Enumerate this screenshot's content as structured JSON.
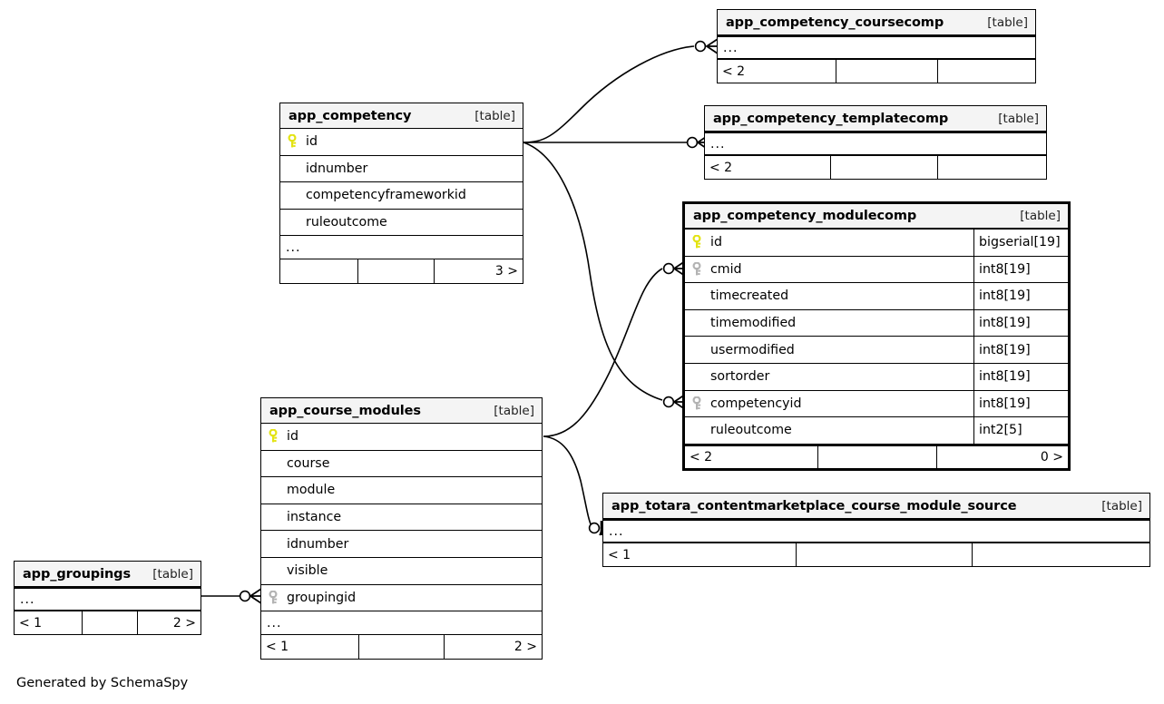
{
  "diagram": {
    "title": "SchemaSpy entity relationship diagram",
    "credit": "Generated by SchemaSpy",
    "table_tag": "[table]",
    "ellipsis": "...",
    "colors": {
      "background": "#ffffff",
      "header_fill": "#f4f4f4",
      "border": "#000000",
      "primary_key": "#e8e82a",
      "foreign_key": "#b0b0b0"
    }
  },
  "tables": [
    {
      "id": "app_competency_coursecomp",
      "name": "app_competency_coursecomp",
      "tag": "[table]",
      "focus": false,
      "ellipsis": "...",
      "columns": [],
      "footer": {
        "left": "< 2",
        "middle": "",
        "right": ""
      }
    },
    {
      "id": "app_competency_templatecomp",
      "name": "app_competency_templatecomp",
      "tag": "[table]",
      "focus": false,
      "ellipsis": "...",
      "columns": [],
      "footer": {
        "left": "< 2",
        "middle": "",
        "right": ""
      }
    },
    {
      "id": "app_competency",
      "name": "app_competency",
      "tag": "[table]",
      "focus": false,
      "ellipsis": "...",
      "columns": [
        {
          "name": "id",
          "key": "primary",
          "type": ""
        },
        {
          "name": "idnumber",
          "key": "none",
          "type": ""
        },
        {
          "name": "competencyframeworkid",
          "key": "none",
          "type": ""
        },
        {
          "name": "ruleoutcome",
          "key": "none",
          "type": ""
        }
      ],
      "footer": {
        "left": "",
        "middle": "",
        "right": "3 >"
      }
    },
    {
      "id": "app_competency_modulecomp",
      "name": "app_competency_modulecomp",
      "tag": "[table]",
      "focus": true,
      "ellipsis": null,
      "columns": [
        {
          "name": "id",
          "key": "primary",
          "type": "bigserial[19]"
        },
        {
          "name": "cmid",
          "key": "foreign",
          "type": "int8[19]"
        },
        {
          "name": "timecreated",
          "key": "none",
          "type": "int8[19]"
        },
        {
          "name": "timemodified",
          "key": "none",
          "type": "int8[19]"
        },
        {
          "name": "usermodified",
          "key": "none",
          "type": "int8[19]"
        },
        {
          "name": "sortorder",
          "key": "none",
          "type": "int8[19]"
        },
        {
          "name": "competencyid",
          "key": "foreign",
          "type": "int8[19]"
        },
        {
          "name": "ruleoutcome",
          "key": "none",
          "type": "int2[5]"
        }
      ],
      "footer": {
        "left": "< 2",
        "middle": "",
        "right": "0 >"
      }
    },
    {
      "id": "app_course_modules",
      "name": "app_course_modules",
      "tag": "[table]",
      "focus": false,
      "ellipsis": "...",
      "columns": [
        {
          "name": "id",
          "key": "primary",
          "type": ""
        },
        {
          "name": "course",
          "key": "none",
          "type": ""
        },
        {
          "name": "module",
          "key": "none",
          "type": ""
        },
        {
          "name": "instance",
          "key": "none",
          "type": ""
        },
        {
          "name": "idnumber",
          "key": "none",
          "type": ""
        },
        {
          "name": "visible",
          "key": "none",
          "type": ""
        },
        {
          "name": "groupingid",
          "key": "foreign",
          "type": ""
        }
      ],
      "footer": {
        "left": "< 1",
        "middle": "",
        "right": "2 >"
      }
    },
    {
      "id": "app_totara_contentmarketplace_course_module_source",
      "name": "app_totara_contentmarketplace_course_module_source",
      "tag": "[table]",
      "focus": false,
      "ellipsis": "...",
      "columns": [],
      "footer": {
        "left": "< 1",
        "middle": "",
        "right": ""
      }
    },
    {
      "id": "app_groupings",
      "name": "app_groupings",
      "tag": "[table]",
      "focus": false,
      "ellipsis": "...",
      "columns": [],
      "footer": {
        "left": "< 1",
        "middle": "",
        "right": "2 >"
      }
    }
  ],
  "relationships": [
    {
      "from": "app_competency.id",
      "to": "app_competency_coursecomp",
      "optional": true,
      "many": true
    },
    {
      "from": "app_competency.id",
      "to": "app_competency_templatecomp",
      "optional": true,
      "many": true
    },
    {
      "from": "app_competency.id",
      "to": "app_competency_modulecomp.competencyid",
      "optional": true,
      "many": true
    },
    {
      "from": "app_course_modules.id",
      "to": "app_competency_modulecomp.cmid",
      "optional": true,
      "many": true
    },
    {
      "from": "app_course_modules.id",
      "to": "app_totara_contentmarketplace_course_module_source",
      "optional": true,
      "many": false
    },
    {
      "from": "app_groupings",
      "to": "app_course_modules.groupingid",
      "optional": true,
      "many": true
    }
  ]
}
